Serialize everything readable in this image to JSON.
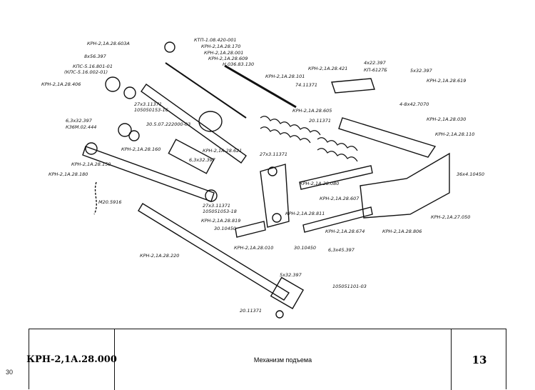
{
  "drawing": {
    "labels": [
      "КРН-2,1А.28.603А",
      "КТП-1.08.420-001",
      "КРН-2,1А.28.170",
      "КРН-2,1А.28.001",
      "КРН-2,1А.28.609",
      "8х56.397",
      "КПС-5.16.801-01",
      "(КПС-5.16.002-01)",
      "КРН-2,1А.28.406",
      "Н.036.83.130",
      "КРН-2,1А.28.101",
      "КРН-2,1А.28.421",
      "74.11371",
      "4х22.397",
      "КП-6127Б",
      "5х32.397",
      "КРН-2,1А.28.619",
      "27х3.11371",
      "105050153-16",
      "6,3х32.397",
      "КЗ6М.02.444",
      "30.5.07.222000-03",
      "КРН-2,1А.28.605",
      "20.11371",
      "4-8х42.7070",
      "КРН-2,1А.28.030",
      "КРН-2,1А.28.110",
      "КРН-2,1А.28.160",
      "КРН-2,1А.28.621",
      "6,3х32.397",
      "27х3.11371",
      "КРН-2,1А.28.150",
      "КРН-2,1А.28.180",
      "КРН-2,1А.28.080",
      "КРН-2,1А.28.607",
      "36х4.10450",
      "М20.5916",
      "27х3.11371",
      "105051053-18",
      "КРН-2,1А.28.811",
      "КРН-2,1А.27.050",
      "КРН-2,1А.28.819",
      "30.10450",
      "КРН-2,1А.28.674",
      "КРН-2,1А.28.806",
      "КРН-2,1А.28.010",
      "30.10450",
      "6,3х45.397",
      "КРН-2,1А.28.220",
      "5х32.397",
      "105051101-03",
      "20.11371"
    ]
  },
  "title_block": {
    "code": "КРН-2,1А.28.000",
    "name": "Механизм подъема",
    "sheet": "13"
  },
  "page_number": "30"
}
